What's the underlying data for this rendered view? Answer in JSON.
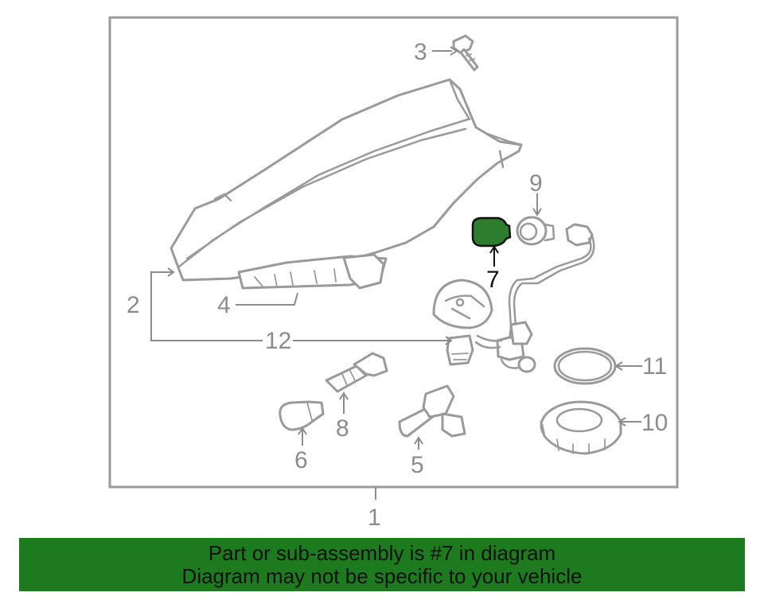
{
  "diagram": {
    "callouts": [
      {
        "id": "1",
        "label": "1"
      },
      {
        "id": "2",
        "label": "2"
      },
      {
        "id": "3",
        "label": "3"
      },
      {
        "id": "4",
        "label": "4"
      },
      {
        "id": "5",
        "label": "5"
      },
      {
        "id": "6",
        "label": "6"
      },
      {
        "id": "7",
        "label": "7"
      },
      {
        "id": "8",
        "label": "8"
      },
      {
        "id": "9",
        "label": "9"
      },
      {
        "id": "10",
        "label": "10"
      },
      {
        "id": "11",
        "label": "11"
      },
      {
        "id": "12",
        "label": "12"
      }
    ],
    "highlighted_part": "7",
    "colors": {
      "highlight_fill": "#2e7d2e",
      "banner_bg": "#1e7a1e",
      "line_gray": "#9a9a9a"
    }
  },
  "banner": {
    "line1": "Part or sub-assembly is #7 in diagram",
    "line2": "Diagram may not be specific to your vehicle"
  }
}
